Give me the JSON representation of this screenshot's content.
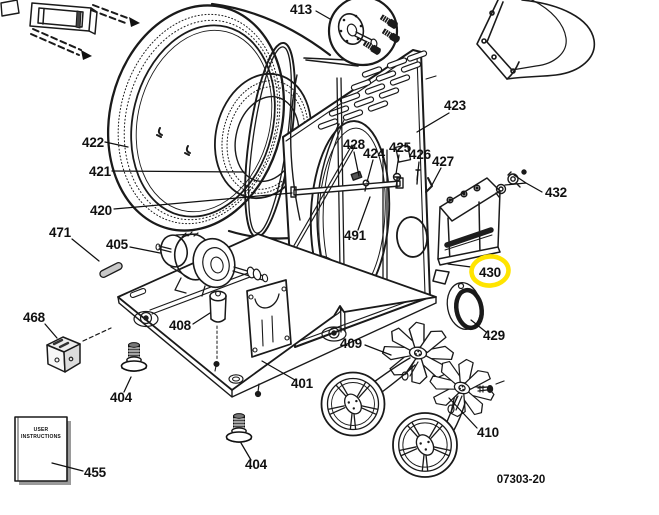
{
  "figure": {
    "type": "exploded-parts-diagram",
    "subject": "Tumble dryer drum, rear panel, motor and base assembly",
    "drawing_number": "07303-20",
    "highlighted_part": "430",
    "highlight_color": "#FFE400",
    "line_color": "#1a1a1a",
    "background_color": "#ffffff"
  },
  "booklet": {
    "line1": "USER",
    "line2": "INSTRUCTIONS"
  },
  "labels": [
    {
      "part": "413",
      "text": "413"
    },
    {
      "part": "422",
      "text": "422"
    },
    {
      "part": "421",
      "text": "421"
    },
    {
      "part": "420",
      "text": "420"
    },
    {
      "part": "423",
      "text": "423"
    },
    {
      "part": "428",
      "text": "428"
    },
    {
      "part": "424",
      "text": "424"
    },
    {
      "part": "425",
      "text": "425"
    },
    {
      "part": "426",
      "text": "426"
    },
    {
      "part": "427",
      "text": "427"
    },
    {
      "part": "432",
      "text": "432"
    },
    {
      "part": "491",
      "text": "491"
    },
    {
      "part": "430",
      "text": "430"
    },
    {
      "part": "429",
      "text": "429"
    },
    {
      "part": "471",
      "text": "471"
    },
    {
      "part": "405",
      "text": "405"
    },
    {
      "part": "468",
      "text": "468"
    },
    {
      "part": "408",
      "text": "408"
    },
    {
      "part": "404-left",
      "text": "404"
    },
    {
      "part": "401",
      "text": "401"
    },
    {
      "part": "409",
      "text": "409"
    },
    {
      "part": "410",
      "text": "410"
    },
    {
      "part": "404-right",
      "text": "404"
    },
    {
      "part": "455",
      "text": "455"
    }
  ]
}
